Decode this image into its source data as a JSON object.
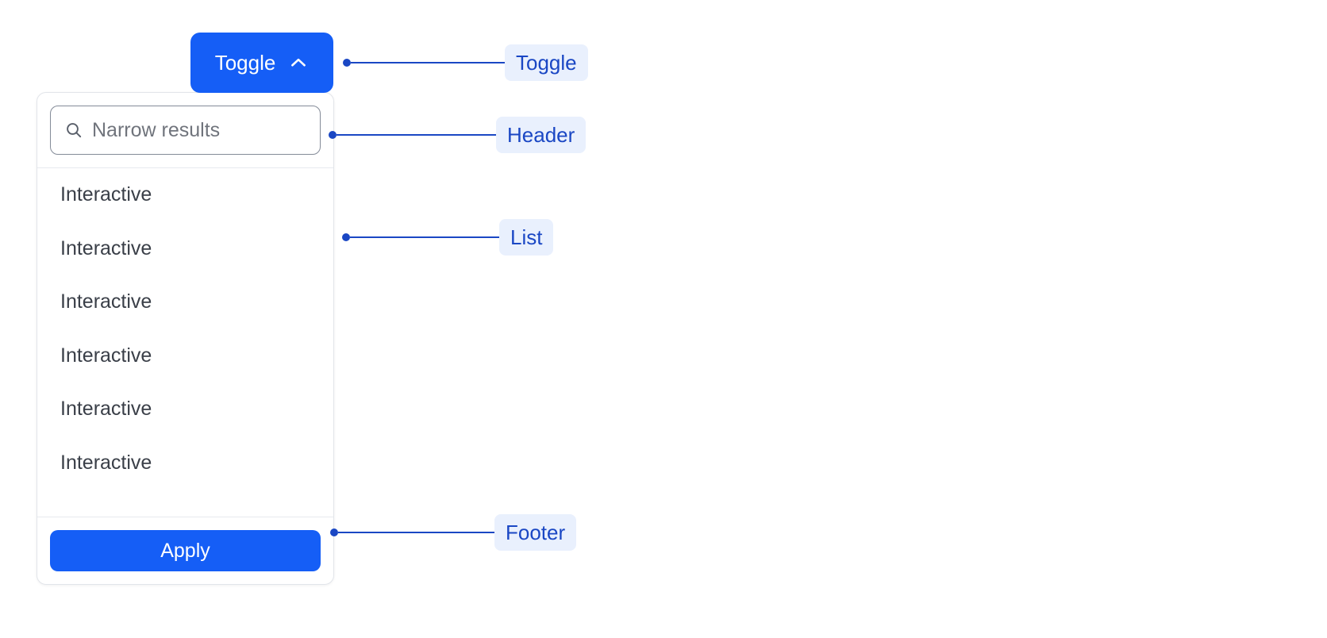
{
  "theme": {
    "brand_blue": "#155ef6",
    "annotation_blue": "#1a47c4",
    "annotation_tag_bg": "#e9f0fd",
    "panel_border": "#e2e5ea",
    "text_primary": "#3a3f48",
    "placeholder": "#70747c",
    "page_background": "#ffffff"
  },
  "toggle": {
    "label": "Toggle",
    "icon": "chevron-up-icon",
    "expanded": true
  },
  "panel": {
    "header": {
      "search": {
        "icon": "search-icon",
        "value": "",
        "placeholder": "Narrow results"
      }
    },
    "list": {
      "items": [
        {
          "label": "Interactive"
        },
        {
          "label": "Interactive"
        },
        {
          "label": "Interactive"
        },
        {
          "label": "Interactive"
        },
        {
          "label": "Interactive"
        },
        {
          "label": "Interactive"
        }
      ]
    },
    "footer": {
      "apply_label": "Apply"
    }
  },
  "annotations": [
    {
      "label": "Toggle",
      "target": "toggle-button"
    },
    {
      "label": "Header",
      "target": "panel-header"
    },
    {
      "label": "List",
      "target": "panel-list"
    },
    {
      "label": "Footer",
      "target": "panel-footer"
    }
  ]
}
